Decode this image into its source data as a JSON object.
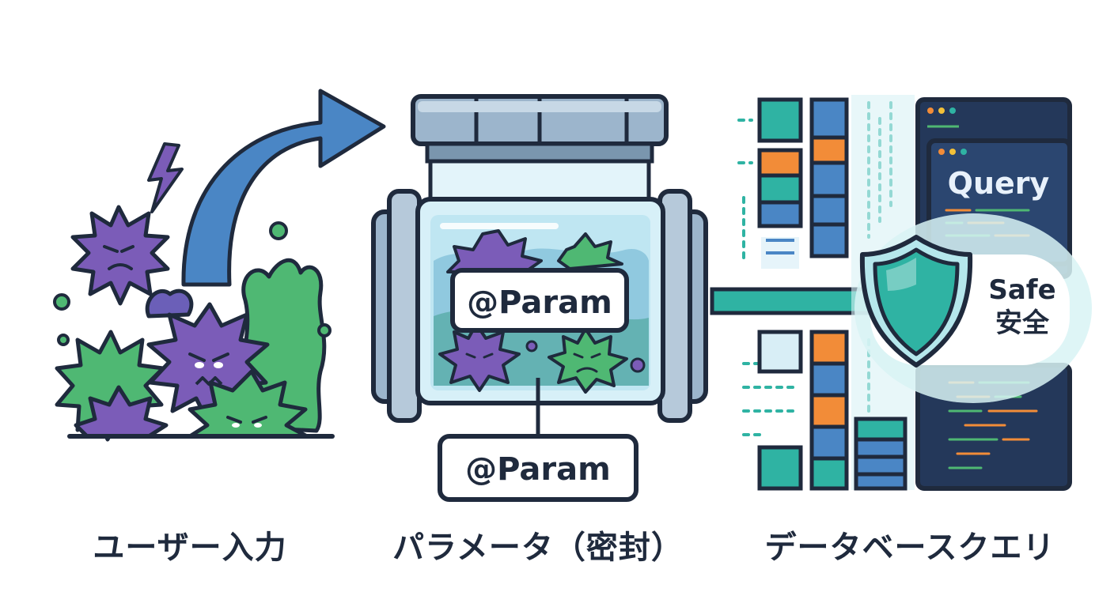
{
  "labels": {
    "user_input": "ユーザー入力",
    "parameter": "パラメータ（密封）",
    "database_query": "データベースクエリ"
  },
  "tags": {
    "param_inside": "@Param",
    "param_below": "@Param"
  },
  "screen": {
    "query": "Query"
  },
  "badge": {
    "safe_en": "Safe",
    "safe_jp": "安全"
  },
  "colors": {
    "outline": "#1f2a3d",
    "arrow_blue": "#4a86c5",
    "virus_purple": "#7b5cb8",
    "virus_green": "#4fb873",
    "teal": "#2fb3a3",
    "orange": "#f28c38",
    "dark_screen": "#24385a",
    "capsule_glass": "#cfeef7"
  }
}
